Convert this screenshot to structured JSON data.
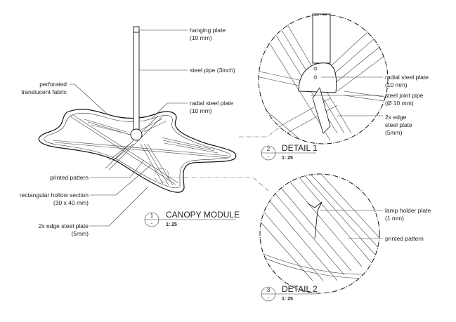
{
  "canopy": {
    "labels": {
      "hanging_plate": [
        "hanging plate",
        "(10 mm)"
      ],
      "steel_pipe": "steel pipe (3inch)",
      "radial_plate": [
        "radial steel plate",
        "(10 mm)"
      ],
      "fabric": [
        "perforated",
        "translucent fabric"
      ],
      "printed_pattern": "printed pattern",
      "rhs": [
        "rectangular hollow section",
        "(30 x 40 mm)"
      ],
      "edge_plate": [
        "2x edge steel plate",
        "(5mm)"
      ]
    },
    "title": {
      "number": "1",
      "sheet": "-",
      "name": "CANOPY MODULE",
      "scale": "1: 25"
    }
  },
  "detail1": {
    "labels": {
      "radial_plate": [
        "radial steel plate",
        "(10 mm)"
      ],
      "joint_pipe": [
        "steel joint pipe",
        "(Ø 10 mm)"
      ],
      "edge_plate": [
        "2x edge",
        "steel plate",
        "(5mm)"
      ]
    },
    "title": {
      "number": "2",
      "sheet": "-",
      "name": "DETAIL 1",
      "scale": "1: 25"
    }
  },
  "detail2": {
    "labels": {
      "lamp_holder": [
        "lamp holder plate",
        "(1 mm)"
      ],
      "printed_pattern": "printed pattern"
    },
    "title": {
      "number": "3",
      "sheet": "-",
      "name": "DETAIL 2",
      "scale": "1: 25"
    }
  }
}
